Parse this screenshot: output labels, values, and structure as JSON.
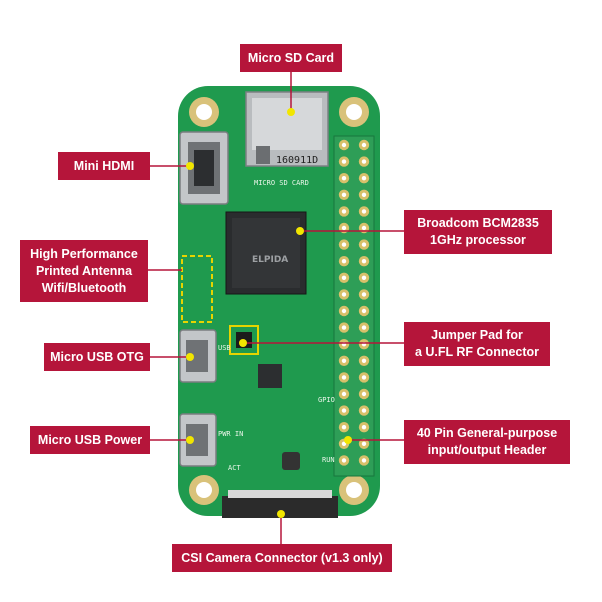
{
  "labels": {
    "micro_sd": "Micro SD Card",
    "mini_hdmi": "Mini HDMI",
    "antenna": "High Performance\nPrinted Antenna\nWifi/Bluetooth",
    "micro_usb_otg": "Micro USB OTG",
    "micro_usb_power": "Micro USB Power",
    "processor": "Broadcom BCM2835\n1GHz processor",
    "jumper_pad": "Jumper Pad for\na U.FL RF Connector",
    "gpio_header": "40 Pin General-purpose\ninput/output Header",
    "csi": "CSI Camera Connector (v1.3 only)"
  },
  "board_text": {
    "sd_date": "160911D",
    "sd_label": "MICRO SD CARD",
    "chip_brand": "ELPIDA",
    "usb_label": "USB",
    "pwr_label": "PWR IN",
    "gpio_label": "GPIO",
    "act_label": "ACT",
    "run_label": "RUN"
  },
  "colors": {
    "label_bg": "#b5153a",
    "board": "#1f9a4e",
    "marker": "#f2e600"
  }
}
